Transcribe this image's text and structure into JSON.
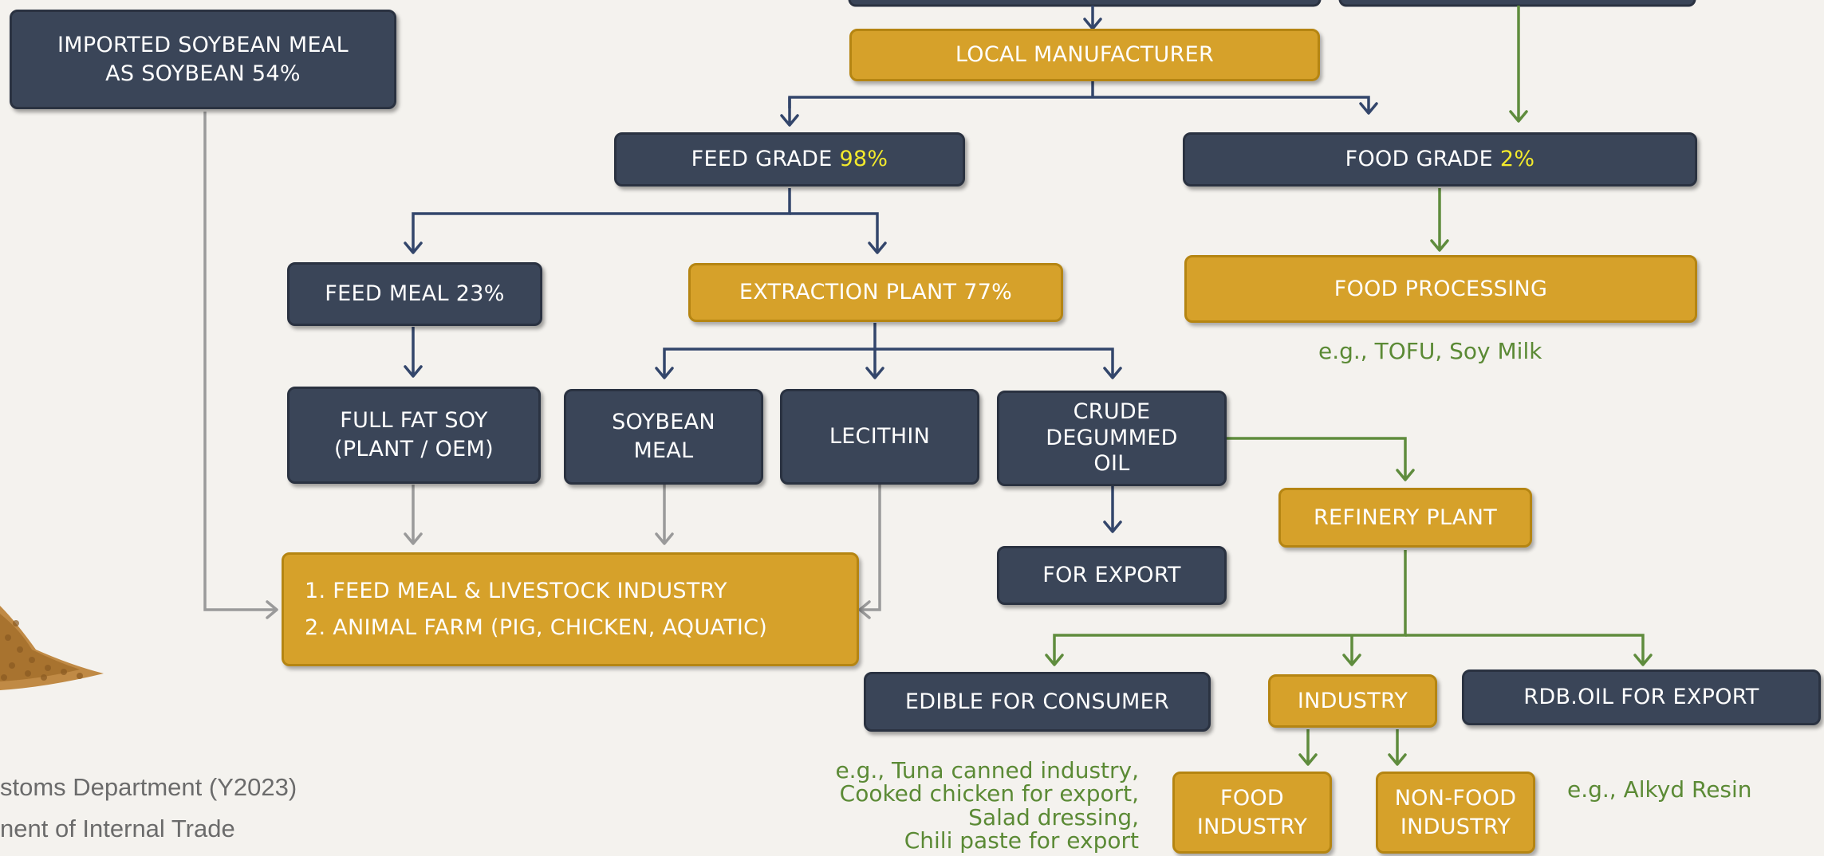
{
  "boxes": {
    "imported": "IMPORTED SOYBEAN MEAL\nAS SOYBEAN 54%",
    "local_manufacturer": "LOCAL MANUFACTURER",
    "feed_grade": {
      "label": "FEED GRADE ",
      "pct": "98%"
    },
    "food_grade": {
      "label": "FOOD GRADE ",
      "pct": "2%"
    },
    "feed_meal": "FEED MEAL 23%",
    "extraction_plant": "EXTRACTION PLANT 77%",
    "food_processing": "FOOD PROCESSING",
    "full_fat_soy": "FULL FAT SOY\n(PLANT / OEM)",
    "soybean_meal": "SOYBEAN\nMEAL",
    "lecithin": "LECITHIN",
    "crude_degummed_oil": "CRUDE\nDEGUMMED\nOIL",
    "refinery_plant": "REFINERY PLANT",
    "for_export": "FOR EXPORT",
    "livestock": "1.  FEED MEAL & LIVESTOCK INDUSTRY\n2. ANIMAL FARM (PIG, CHICKEN, AQUATIC)",
    "edible": "EDIBLE FOR CONSUMER",
    "industry": "INDUSTRY",
    "rdb_oil": "RDB.OIL FOR EXPORT",
    "food_industry": "FOOD\nINDUSTRY",
    "non_food_industry": "NON-FOOD\nINDUSTRY"
  },
  "notes": {
    "food_processing_eg": "e.g., TOFU, Soy Milk",
    "food_industry_eg": "e.g., Tuna canned industry,\nCooked chicken for export,\nSalad dressing,\nChili paste for export",
    "non_food_eg": "e.g., Alkyd Resin"
  },
  "sources": {
    "line1": "stoms Department (Y2023)",
    "line2": "nent of Internal Trade"
  },
  "colors": {
    "dark_box": "#3a4558",
    "gold_box": "#d6a12a",
    "percent_highlight": "#f3ea2c",
    "navy_arrow": "#33466b",
    "green_arrow": "#5f8c3d",
    "grey_arrow": "#9a9a9a",
    "note_text": "#5b8a35",
    "background": "#f4f2ee"
  }
}
